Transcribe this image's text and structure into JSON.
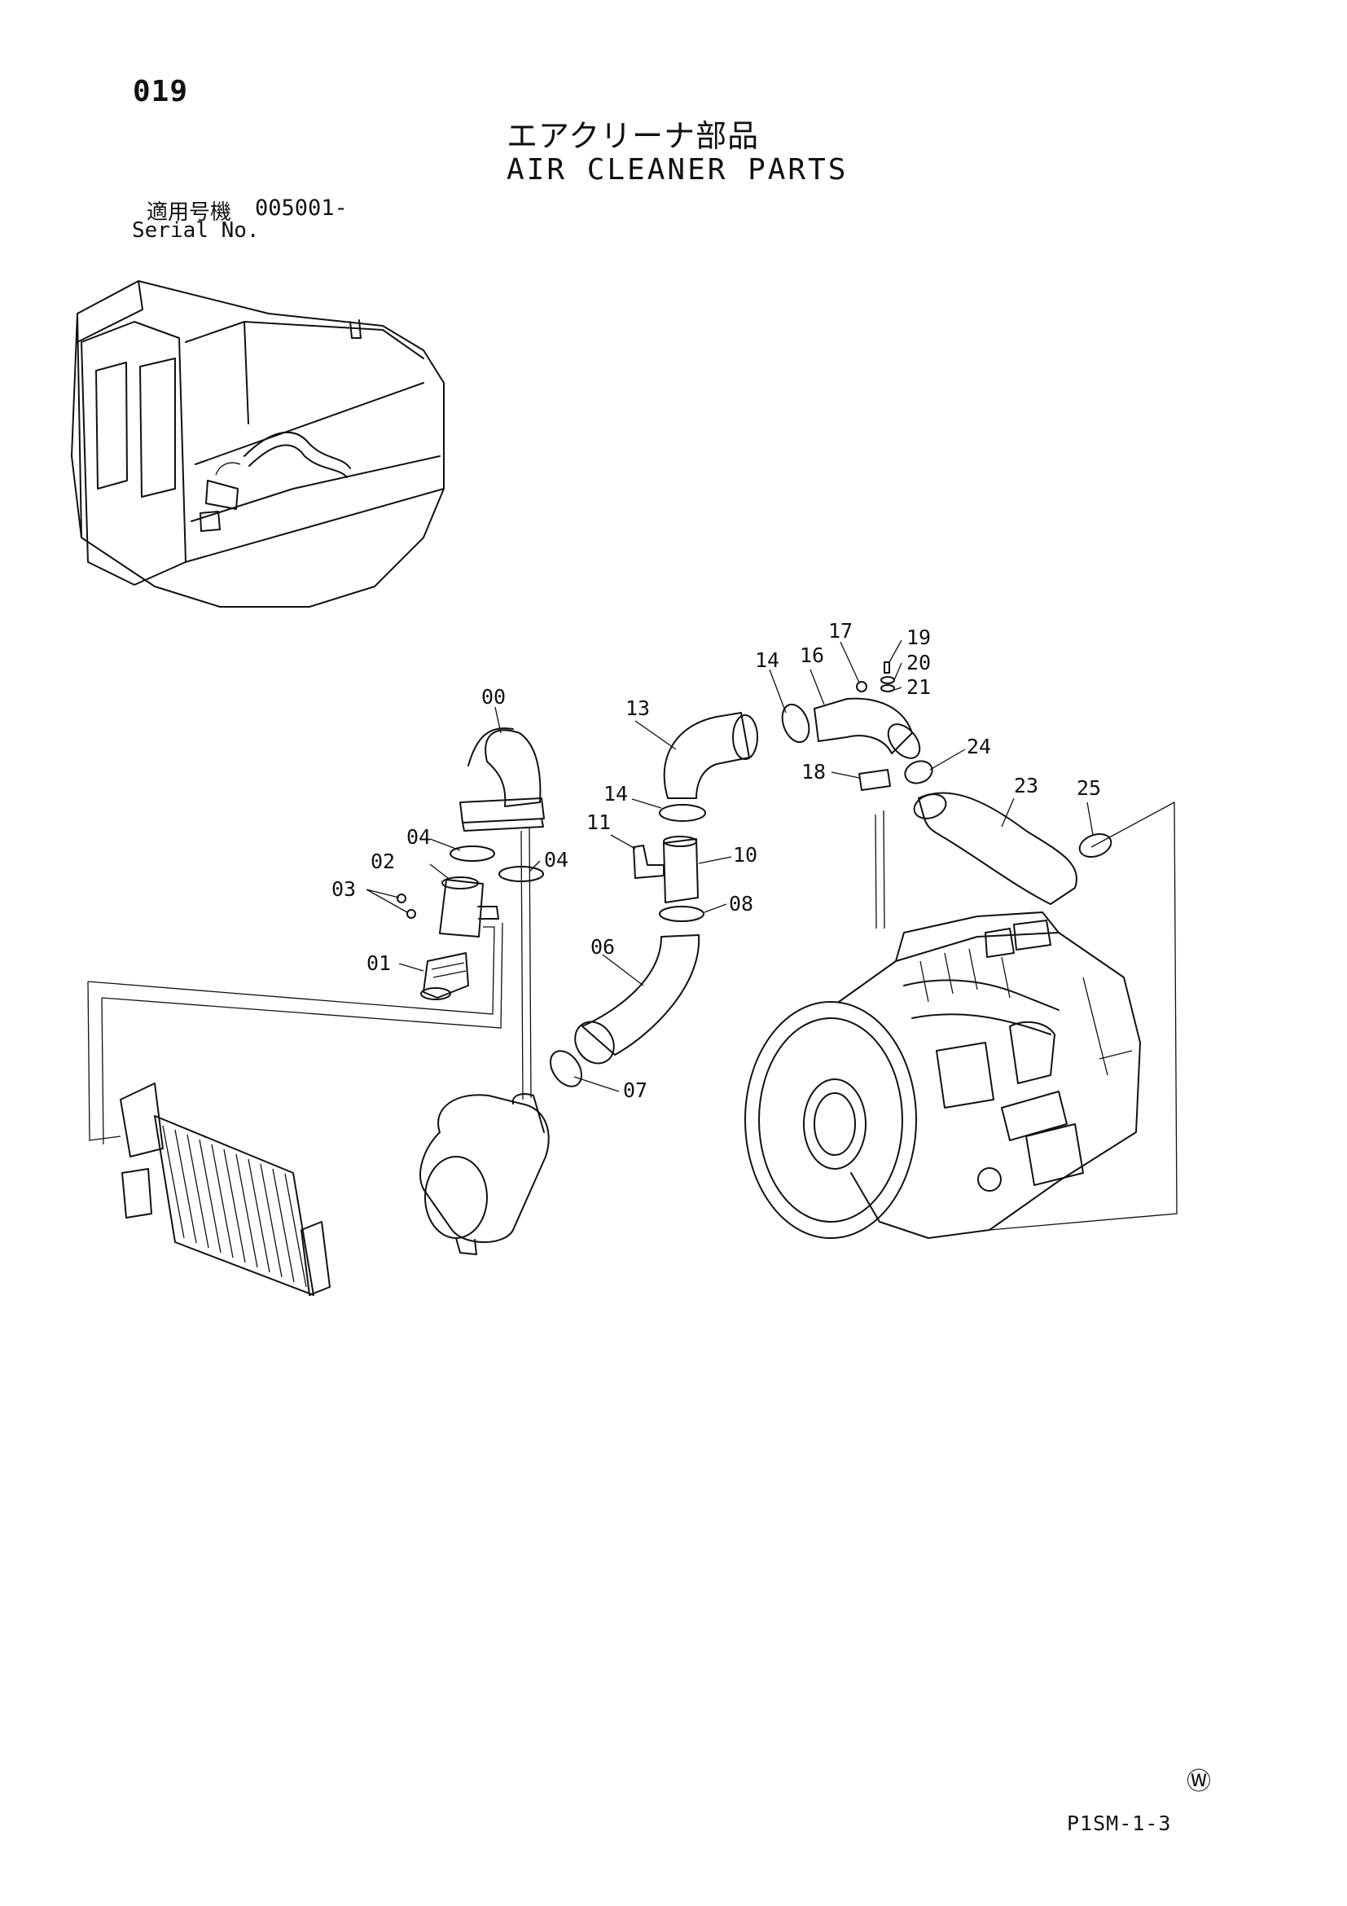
{
  "header": {
    "page_number": "019",
    "title_jp": "エアクリーナ部品",
    "title_en": "AIR CLEANER PARTS",
    "serial_label_jp": "適用号機",
    "serial_value": "005001-",
    "serial_label_en": "Serial No."
  },
  "footer": {
    "mark": "Ⓦ",
    "page_code": "P1SM-1-3"
  },
  "callouts": [
    "00",
    "01",
    "02",
    "03",
    "04",
    "04",
    "06",
    "07",
    "08",
    "10",
    "11",
    "13",
    "14",
    "14",
    "16",
    "17",
    "18",
    "19",
    "20",
    "21",
    "23",
    "24",
    "25"
  ]
}
